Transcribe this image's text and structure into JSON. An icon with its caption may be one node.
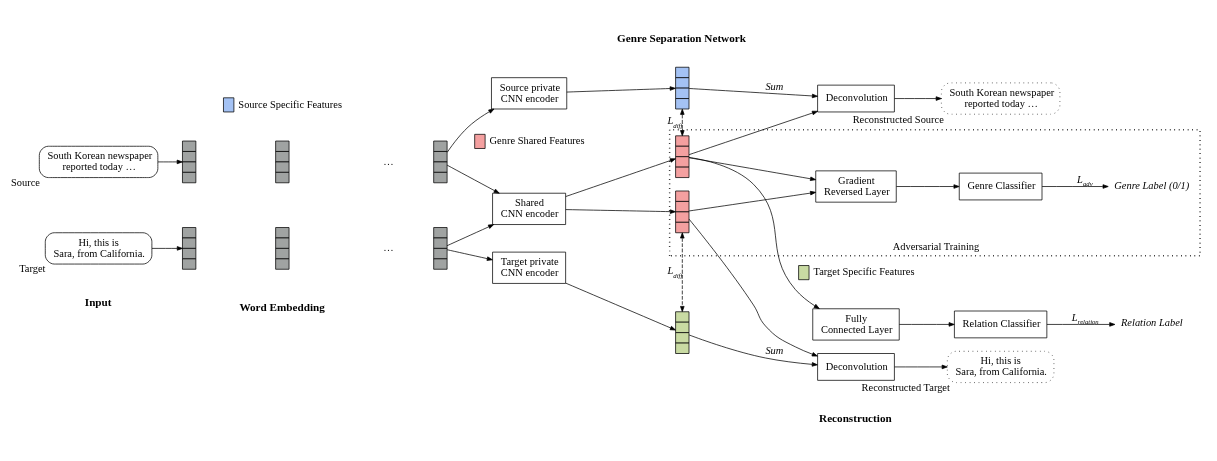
{
  "diagram": {
    "nodes": [
      {
        "text": [
          "South Korean newspaper reported today …"
        ],
        "beside": [
          "Source"
        ]
      },
      {
        "text": [],
        "shape": "bar"
      },
      {
        "text": [],
        "shape": "bar"
      },
      {
        "text": [],
        "shape": "bar"
      },
      {
        "text": [
          "Source private CNN encoder"
        ]
      },
      {
        "text": [],
        "shape": "bar"
      },
      {
        "text": [
          "Deconvolution"
        ]
      },
      {
        "text": [
          "South Korean newspaper reported today …"
        ],
        "beside": [
          "Reconstructed Source"
        ]
      },
      {
        "text": [
          "Shared CNN encoder"
        ]
      },
      {
        "text": [
          "Adversarial Training"
        ]
      },
      {
        "text": [],
        "shape": "bar",
        "in": 9
      },
      {
        "text": [],
        "shape": "bar",
        "in": 9
      },
      {
        "text": [
          "Fully Connected Layer"
        ]
      },
      {
        "text": [
          "Relation Classifier"
        ]
      },
      {
        "text": [
          "Relation Label"
        ]
      },
      {
        "text": [
          "Gradient Reversed Layer"
        ],
        "in": 9
      },
      {
        "text": [
          "Genre Classifier"
        ],
        "in": 9
      },
      {
        "text": [
          "Genre Label (0/1)"
        ],
        "in": 9
      },
      {
        "text": [
          "Hi, this is Sara, from California."
        ],
        "beside": [
          "Target"
        ]
      },
      {
        "text": [],
        "shape": "bar"
      },
      {
        "text": [],
        "shape": "bar"
      },
      {
        "text": [],
        "shape": "bar"
      },
      {
        "text": [
          "Target private CNN encoder"
        ]
      },
      {
        "text": [],
        "shape": "bar"
      },
      {
        "text": [
          "Deconvolution"
        ]
      },
      {
        "text": [
          "Hi, this is Sara, from California."
        ],
        "beside": [
          "Reconstructed Target"
        ]
      }
    ],
    "edges": [
      {
        "from": 0,
        "to": 1,
        "arrow": "to"
      },
      {
        "from": 3,
        "to": 4,
        "arrow": "to"
      },
      {
        "from": 3,
        "to": 8,
        "arrow": "to"
      },
      {
        "from": 4,
        "to": 5,
        "arrow": "to"
      },
      {
        "from": 5,
        "to": 6,
        "arrow": "to",
        "label": "Sum"
      },
      {
        "from": 10,
        "to": 6,
        "arrow": "to"
      },
      {
        "from": 6,
        "to": 7,
        "arrow": "to"
      },
      {
        "from": 5,
        "to": 10,
        "arrow": "both",
        "style": "dashed",
        "label": "L$_{diff}$"
      },
      {
        "from": 8,
        "to": 10,
        "arrow": "to"
      },
      {
        "from": 8,
        "to": 11,
        "arrow": "to"
      },
      {
        "from": 10,
        "to": 12,
        "arrow": "to"
      },
      {
        "from": 10,
        "to": 15,
        "arrow": "to"
      },
      {
        "from": 11,
        "to": 15,
        "arrow": "to"
      },
      {
        "from": 12,
        "to": 13,
        "arrow": "to"
      },
      {
        "from": 13,
        "to": 14,
        "arrow": "to",
        "label": "L$_{relation}$"
      },
      {
        "from": 15,
        "to": 16,
        "arrow": "to"
      },
      {
        "from": 16,
        "to": 17,
        "arrow": "to",
        "label": "L$_{adv}$"
      },
      {
        "from": 11,
        "to": 23,
        "arrow": "both",
        "style": "dashed",
        "label": "L$_{diff}$"
      },
      {
        "from": 18,
        "to": 19,
        "arrow": "to"
      },
      {
        "from": 21,
        "to": 8,
        "arrow": "to"
      },
      {
        "from": 21,
        "to": 22,
        "arrow": "to"
      },
      {
        "from": 22,
        "to": 23,
        "arrow": "to"
      },
      {
        "from": 23,
        "to": 24,
        "arrow": "to",
        "label": "Sum"
      },
      {
        "from": 11,
        "to": 24,
        "arrow": "to"
      },
      {
        "from": 24,
        "to": 25,
        "arrow": "to"
      }
    ],
    "labels": [
      "…",
      "…",
      "Input",
      "Word Embedding",
      "Genre Separation Network",
      "Reconstruction"
    ],
    "legend": [
      {
        "text": "Source Specific Features",
        "color": "#a4c2f4"
      },
      {
        "text": "Genre Shared Features",
        "color": "#f4a0a0"
      },
      {
        "text": "Target Specific Features",
        "color": "#c9dba3"
      }
    ]
  }
}
